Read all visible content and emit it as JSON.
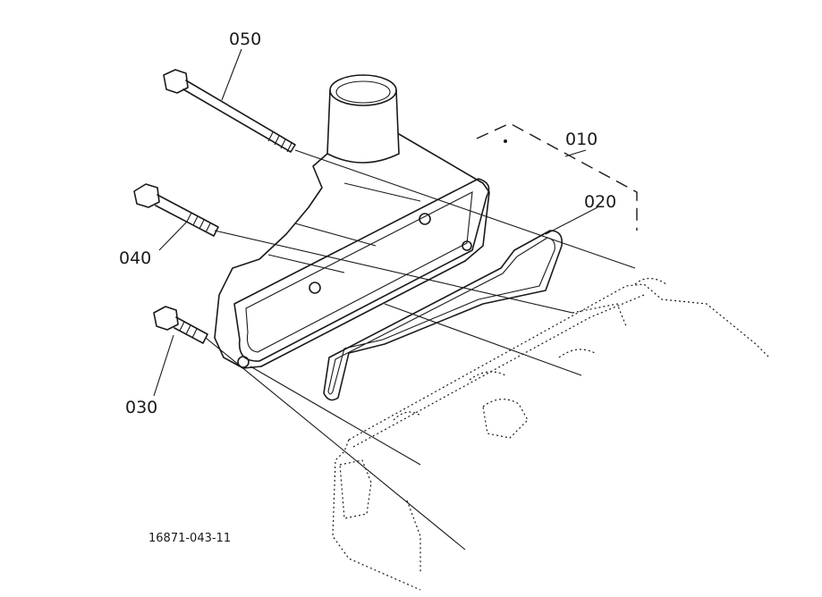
{
  "callouts": {
    "c010": "010",
    "c020": "020",
    "c030": "030",
    "c040": "040",
    "c050": "050"
  },
  "drawing_number": "16871-043-11"
}
